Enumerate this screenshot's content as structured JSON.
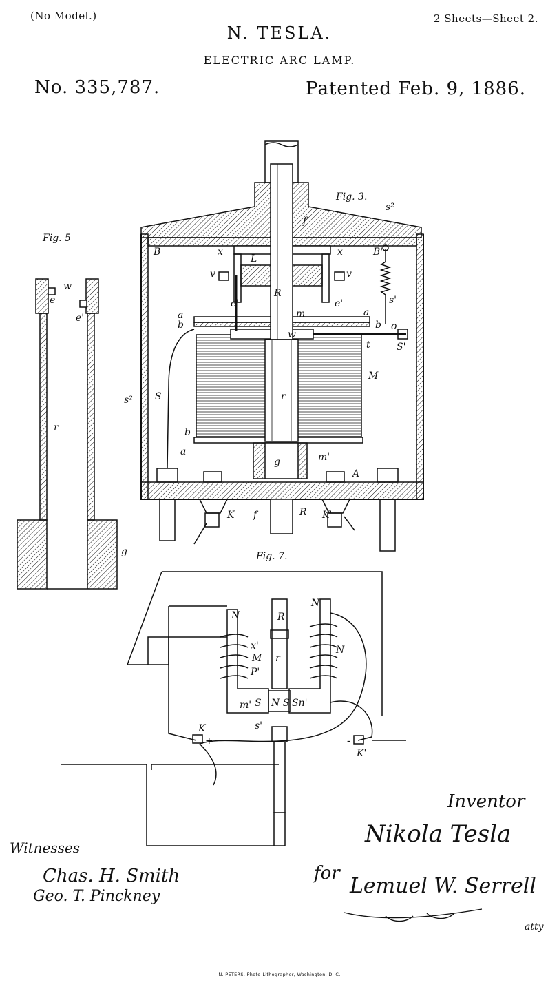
{
  "header": {
    "no_model": "(No Model.)",
    "sheets": "2 Sheets—Sheet 2.",
    "inventor": "N. TESLA.",
    "title": "ELECTRIC ARC LAMP.",
    "patent_number": "No. 335,787.",
    "patent_date": "Patented Feb. 9, 1886."
  },
  "figures": {
    "fig3": "Fig. 3.",
    "fig5": "Fig. 5",
    "fig7": "Fig. 7."
  },
  "labels": {
    "B": "B",
    "B_prime": "B'",
    "x": "x",
    "L": "L",
    "v": "v",
    "f": "f",
    "e": "e",
    "e_prime": "e'",
    "R": "R",
    "m": "m",
    "m_prime": "m'",
    "a": "a",
    "b": "b",
    "o": "o",
    "t": "t",
    "S": "S",
    "s2": "s²",
    "s_prime": "s'",
    "S1": "S'",
    "M": "M",
    "r": "r",
    "g": "g",
    "K": "K",
    "K_prime": "K'",
    "A": "A",
    "w": "w",
    "N": "N",
    "P_prime": "P'",
    "x_prime": "x'",
    "plus": "+",
    "minus": "-",
    "NS": "N S",
    "S_small": "S",
    "Sn": "Sn'"
  },
  "signatures": {
    "inventor_heading": "Inventor",
    "inventor_signature": "Nikola Tesla",
    "witnesses_heading": "Witnesses",
    "witness_1": "Chas. H. Smith",
    "witness_2": "Geo. T. Pinckney",
    "attorney_prefix": "for",
    "attorney": "Lemuel W. Serrell",
    "atty": "atty"
  },
  "footer": "N. PETERS, Photo-Lithographer, Washington, D. C."
}
